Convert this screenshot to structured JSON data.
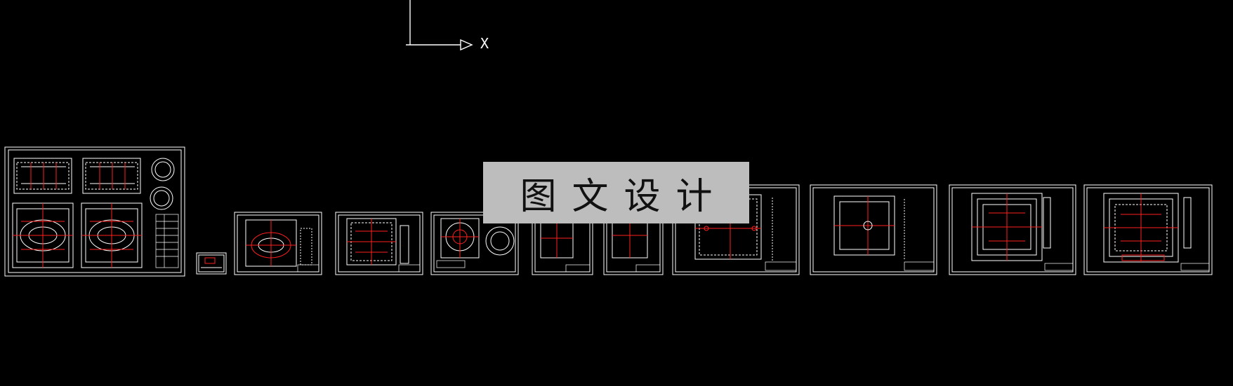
{
  "app": {
    "background_color": "#000000",
    "line_color": "#ffffff",
    "accent_color": "#ff2020"
  },
  "ucs": {
    "x_label": "X"
  },
  "watermark": {
    "text": "图文设计",
    "background_color": "#bdbdbd"
  },
  "sheets": [
    {
      "kind": "assembly"
    },
    {
      "kind": "small"
    },
    {
      "kind": "part"
    },
    {
      "kind": "part"
    },
    {
      "kind": "ring"
    },
    {
      "kind": "part"
    },
    {
      "kind": "part"
    },
    {
      "kind": "part"
    },
    {
      "kind": "plate"
    },
    {
      "kind": "assembly-2"
    },
    {
      "kind": "assembly-2"
    }
  ]
}
